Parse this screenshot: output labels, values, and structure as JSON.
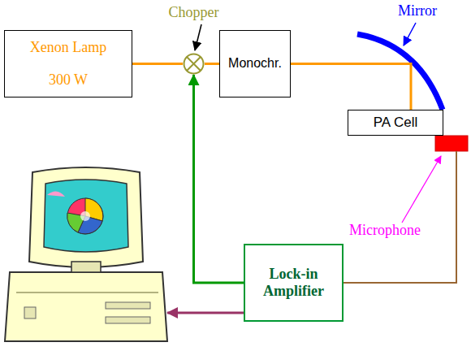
{
  "diagram": {
    "nodes": [
      {
        "text": [
          "Xenon Lamp",
          "300 W"
        ]
      },
      {
        "text": [
          "Chopper"
        ]
      },
      {
        "text": [
          "Monochr."
        ]
      },
      {
        "text": [
          "PA Cell"
        ]
      },
      {
        "text": [
          "Lock-in Amplifier"
        ]
      }
    ],
    "edges": [
      {
        "from": 0,
        "to": 1,
        "arrow": "none"
      },
      {
        "from": 1,
        "to": 2,
        "arrow": "none"
      },
      {
        "from": 2,
        "to": 3,
        "arrow": "none"
      },
      {
        "from": 4,
        "to": 1,
        "arrow": "to"
      }
    ],
    "labels": [
      "Mirror",
      "Microphone"
    ]
  }
}
